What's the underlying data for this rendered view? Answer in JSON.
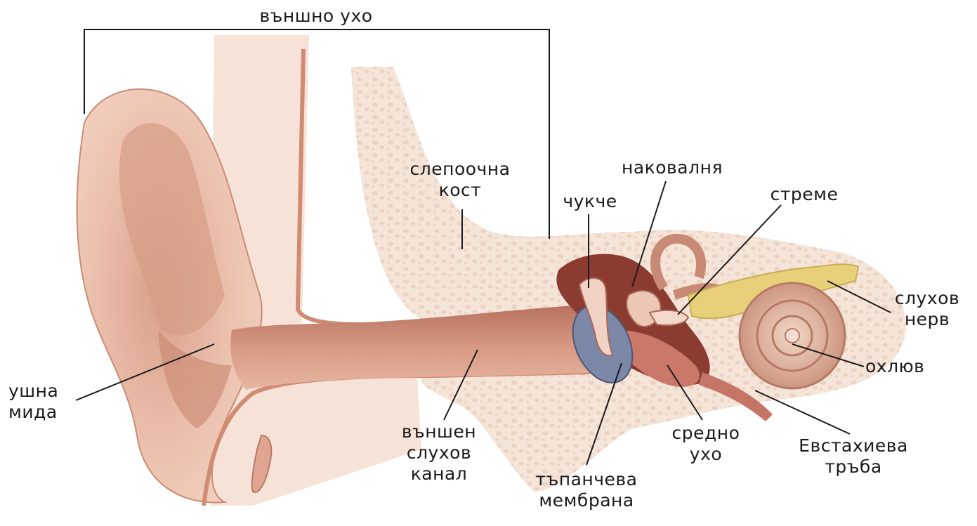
{
  "labels": {
    "outer_ear": "външно ухо",
    "temporal_bone": [
      "слепоочна",
      "кост"
    ],
    "incus": "наковалня",
    "malleus": "чукче",
    "stapes": "стреме",
    "auditory_nerve": [
      "слухов",
      "нерв"
    ],
    "cochlea": "охлюв",
    "auricle": [
      "ушна",
      "мида"
    ],
    "ear_canal": [
      "външен",
      "слухов",
      "канал"
    ],
    "eardrum": [
      "тъпанчева",
      "мембрана"
    ],
    "middle_ear": [
      "средно",
      "ухо"
    ],
    "eustachian_tube": [
      "Евстахиева",
      "тръба"
    ]
  },
  "colors": {
    "skin": "#e9b8a4",
    "skin_dark": "#c98b76",
    "bone": "#f4e3d7",
    "bone_dots": "#ead0c0",
    "nerve": "#e8d07a",
    "eardrum": "#7c88a8",
    "cavity": "#8a3a30",
    "line": "#1a1a1a"
  }
}
